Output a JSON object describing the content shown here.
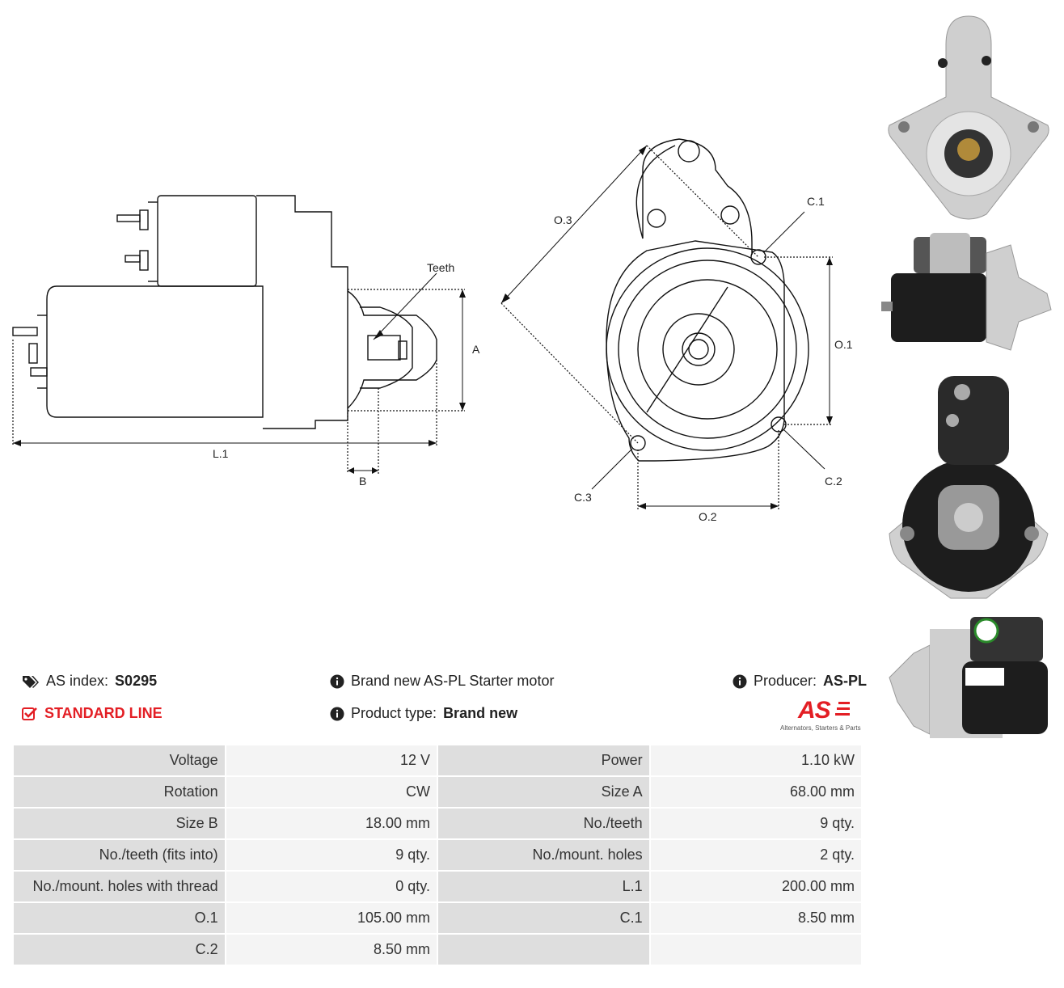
{
  "diagram": {
    "labels": {
      "teeth": "Teeth",
      "a": "A",
      "b": "B",
      "l1": "L.1",
      "o1": "O.1",
      "o2": "O.2",
      "o3": "O.3",
      "c1": "C.1",
      "c2": "C.2",
      "c3": "C.3"
    }
  },
  "info": {
    "as_index_label": "AS index:",
    "as_index_value": "S0295",
    "line": "STANDARD LINE",
    "description": "Brand new AS-PL Starter motor",
    "product_type_label": "Product type:",
    "product_type_value": "Brand new",
    "producer_label": "Producer:",
    "producer_value": "AS-PL",
    "logo_text": "AS",
    "logo_tagline": "Alternators, Starters & Parts",
    "accent_color": "#e31e24"
  },
  "specs": {
    "rows": [
      [
        {
          "k": "Voltage",
          "v": "12 V"
        },
        {
          "k": "Power",
          "v": "1.10 kW"
        }
      ],
      [
        {
          "k": "Rotation",
          "v": "CW"
        },
        {
          "k": "Size A",
          "v": "68.00 mm"
        }
      ],
      [
        {
          "k": "Size B",
          "v": "18.00 mm"
        },
        {
          "k": "No./teeth",
          "v": "9 qty."
        }
      ],
      [
        {
          "k": "No./teeth (fits into)",
          "v": "9 qty."
        },
        {
          "k": "No./mount. holes",
          "v": "2 qty."
        }
      ],
      [
        {
          "k": "No./mount. holes with thread",
          "v": "0 qty."
        },
        {
          "k": "L.1",
          "v": "200.00 mm"
        }
      ],
      [
        {
          "k": "O.1",
          "v": "105.00 mm"
        },
        {
          "k": "C.1",
          "v": "8.50 mm"
        }
      ],
      [
        {
          "k": "C.2",
          "v": "8.50 mm"
        },
        {
          "k": "",
          "v": ""
        }
      ]
    ]
  }
}
